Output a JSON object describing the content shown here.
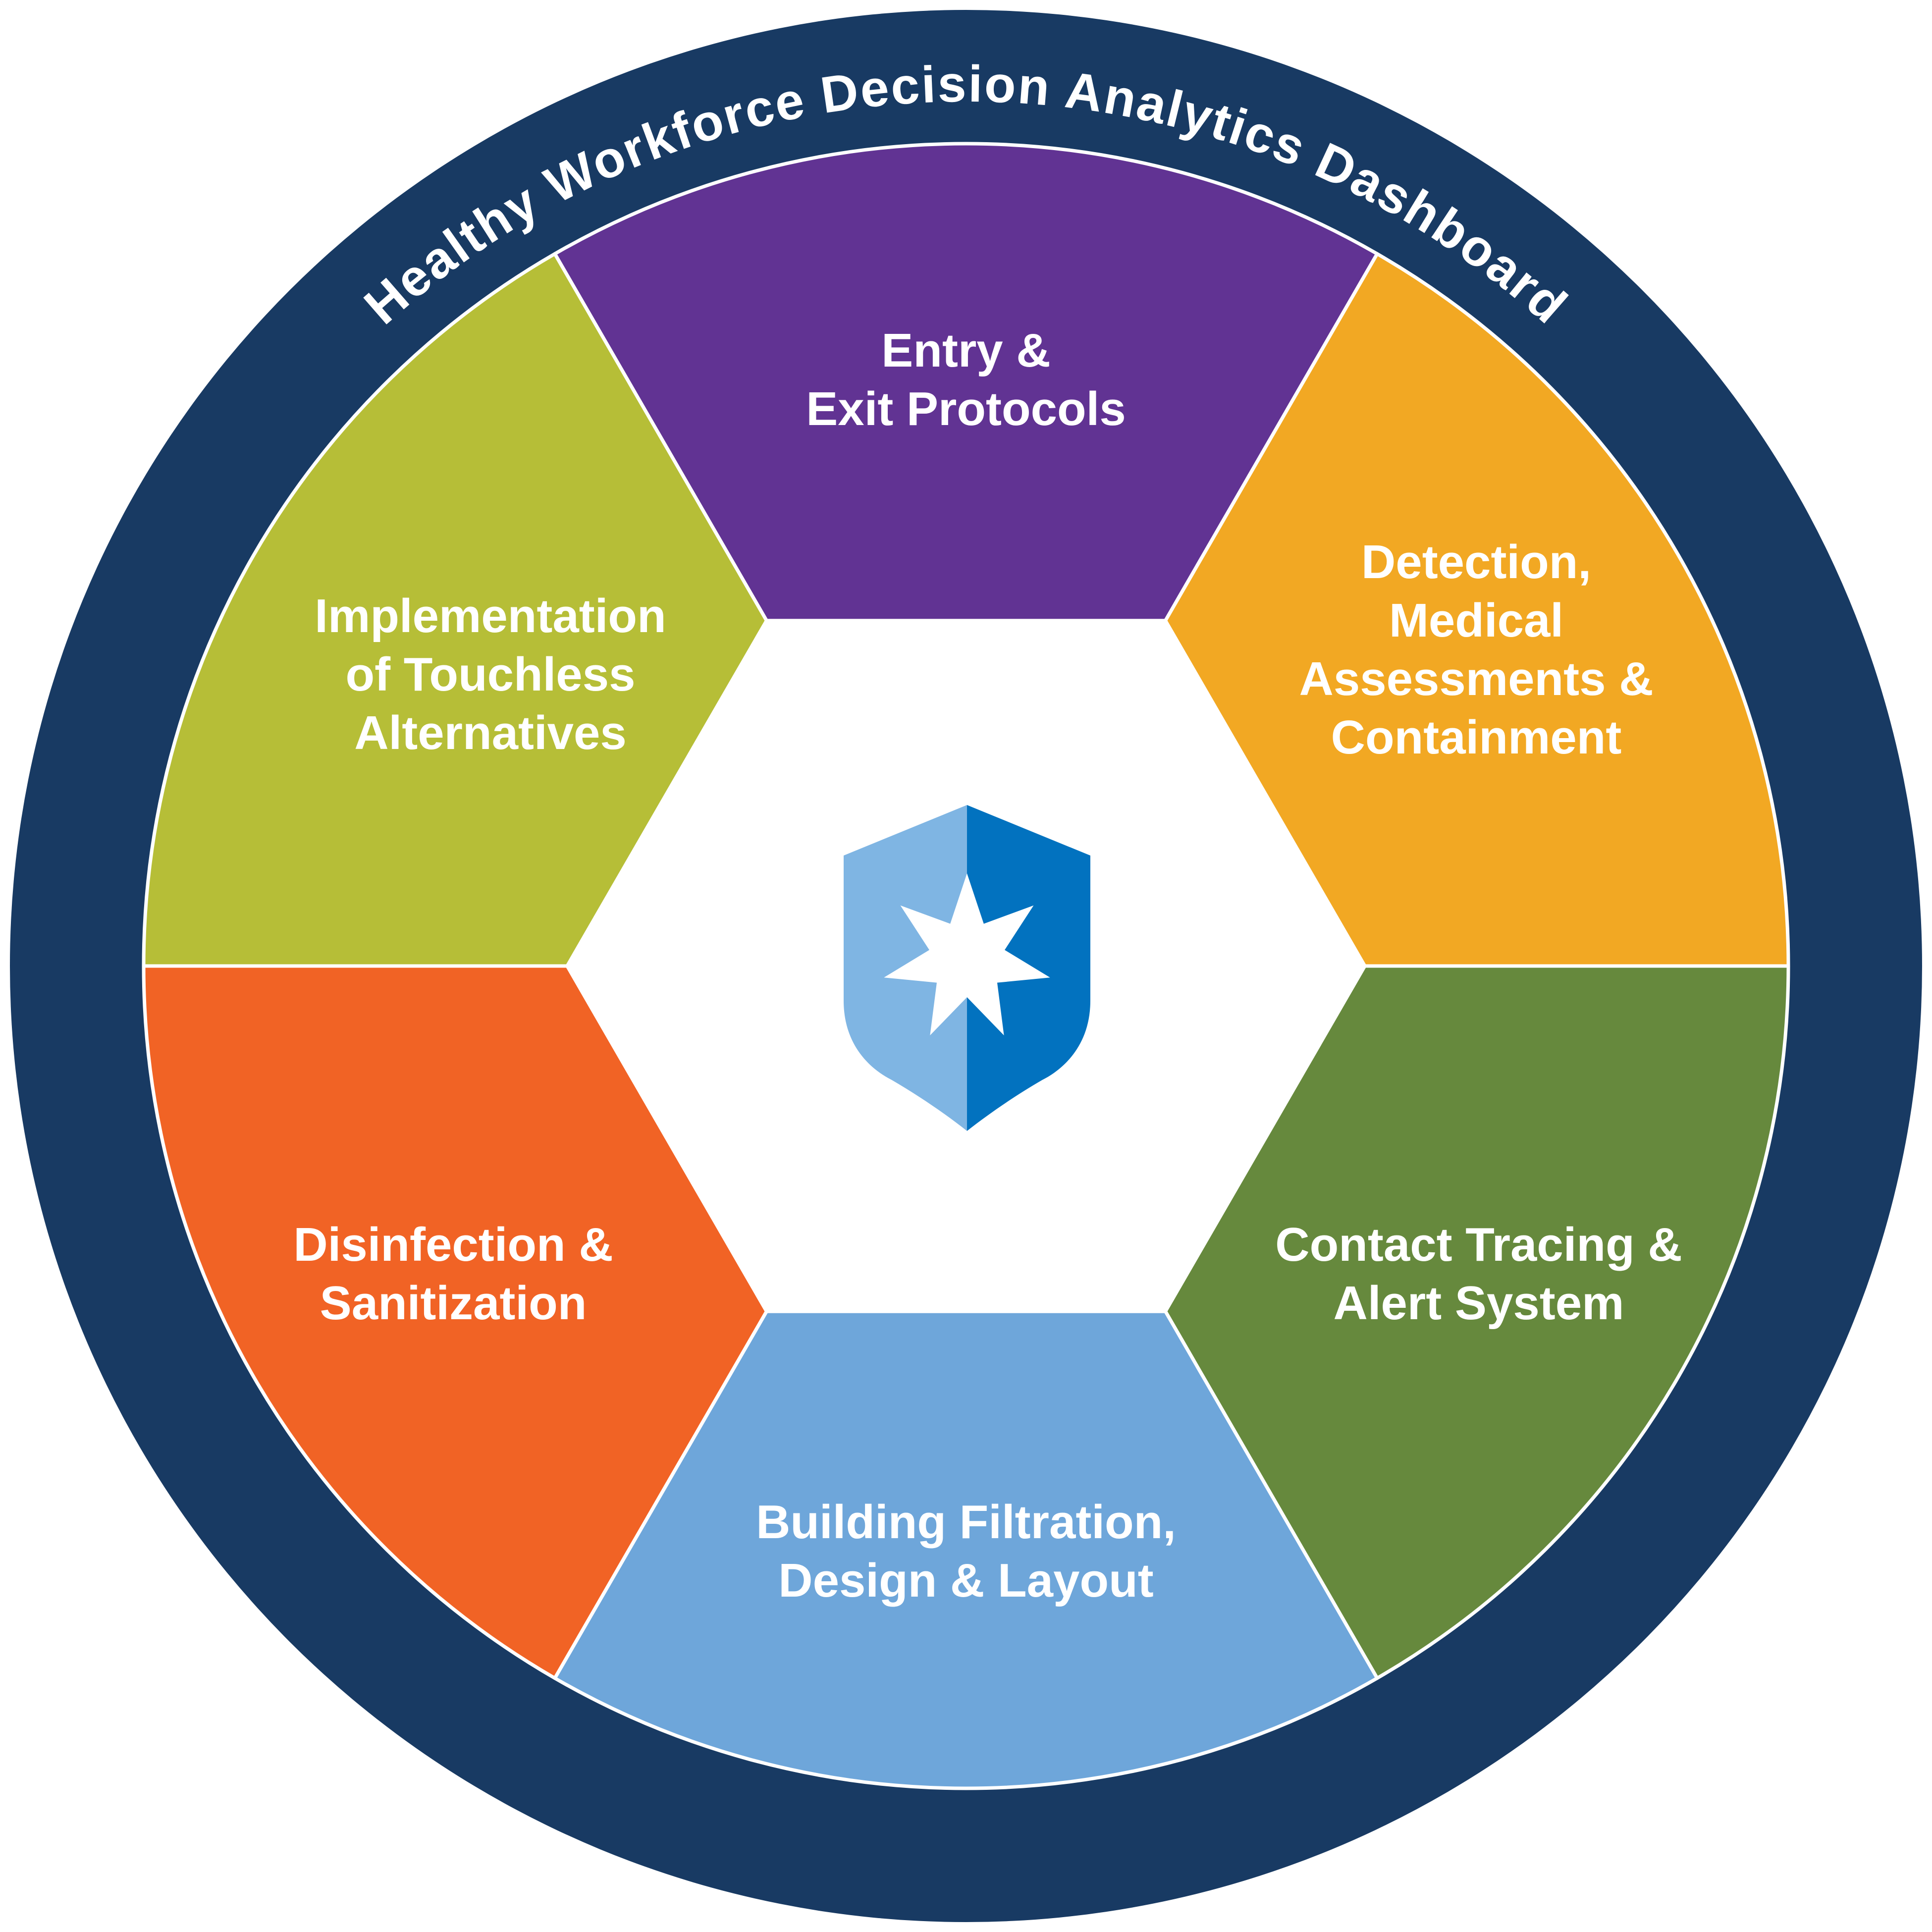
{
  "title": "Healthy Workforce Decision Analytics Dashboard",
  "colors": {
    "ring": "#183A63",
    "divider": "#ffffff",
    "center": "#ffffff",
    "shield_light": "#7FB5E3",
    "shield_dark": "#0272BF"
  },
  "segments": [
    {
      "id": "entry-exit",
      "lines": [
        "Entry &",
        "Exit Protocols"
      ],
      "color": "#613393"
    },
    {
      "id": "detection",
      "lines": [
        "Detection,",
        "Medical",
        "Assessments &",
        "Containment"
      ],
      "color": "#F2A823"
    },
    {
      "id": "contact-tracing",
      "lines": [
        "Contact Tracing &",
        "Alert System"
      ],
      "color": "#66893D"
    },
    {
      "id": "building",
      "lines": [
        "Building Filtration,",
        "Design & Layout"
      ],
      "color": "#6EA6DA"
    },
    {
      "id": "disinfection",
      "lines": [
        "Disinfection &",
        "Sanitization"
      ],
      "color": "#F16325"
    },
    {
      "id": "touchless",
      "lines": [
        "Implementation",
        "of Touchless",
        "Alternatives"
      ],
      "color": "#B6BE37"
    }
  ],
  "center_icon": "shield-star-icon"
}
